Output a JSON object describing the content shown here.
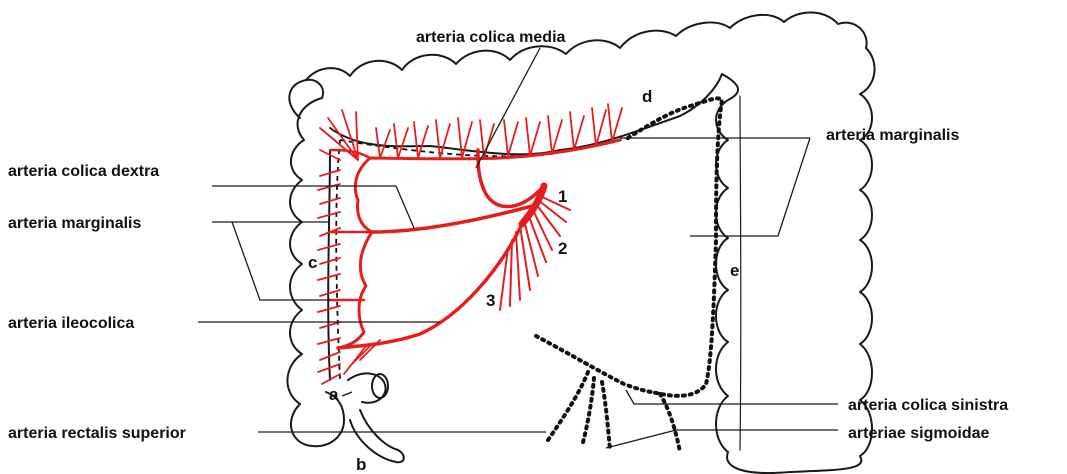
{
  "labels": {
    "colica_media": "arteria colica media",
    "colica_dextra": "arteria colica dextra",
    "marginalis_left": "arteria marginalis",
    "marginalis_right": "arteria marginalis",
    "ileocolica": "arteria ileocolica",
    "rectalis_superior": "arteria rectalis superior",
    "colica_sinistra": "arteria colica sinistra",
    "sigmoidae": "arteriae sigmoidae"
  },
  "letters": {
    "a": "a",
    "b": "b",
    "c": "c",
    "d": "d",
    "e": "e"
  },
  "numbers": {
    "n1": "1",
    "n2": "2",
    "n3": "3"
  },
  "colors": {
    "artery": "#e41e1e",
    "outline": "#1a1a1a",
    "text": "#111111"
  }
}
